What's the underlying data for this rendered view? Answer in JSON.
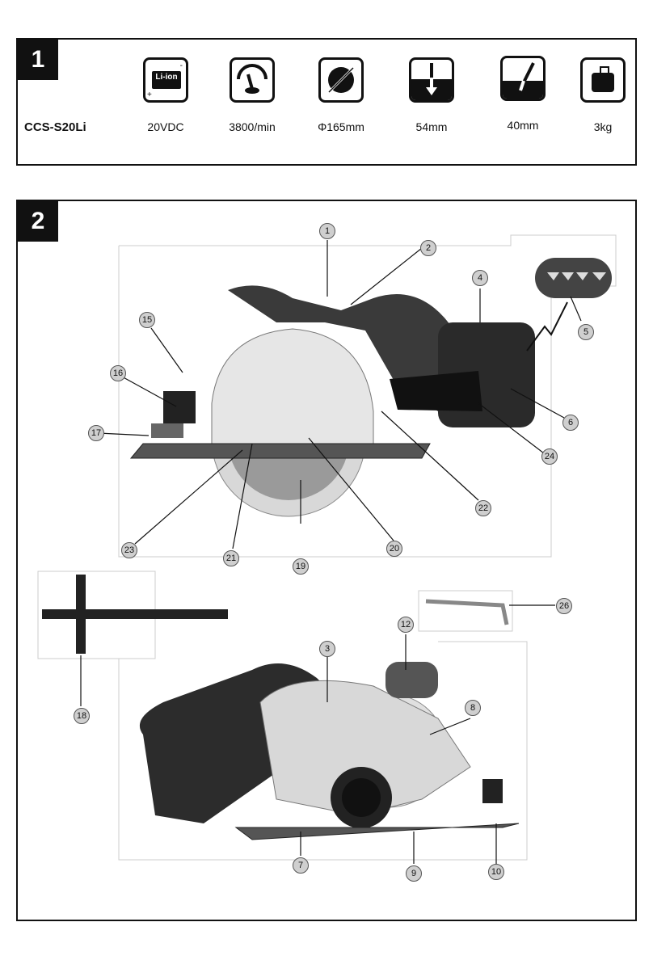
{
  "panel1": {
    "number": "1",
    "model": "CCS-S20Li",
    "specs": [
      {
        "icon": "battery-li-ion-icon",
        "icon_text": "Li-ion",
        "value": "20VDC"
      },
      {
        "icon": "speed-gauge-icon",
        "value": "3800/min"
      },
      {
        "icon": "blade-diameter-icon",
        "value": "Φ165mm"
      },
      {
        "icon": "cut-depth-90-icon",
        "value": "54mm"
      },
      {
        "icon": "cut-depth-45-icon",
        "value": "40mm"
      },
      {
        "icon": "weight-icon",
        "value": "3kg"
      }
    ]
  },
  "panel2": {
    "number": "2",
    "callouts": [
      "1",
      "2",
      "3",
      "4",
      "5",
      "6",
      "7",
      "8",
      "9",
      "10",
      "12",
      "15",
      "16",
      "17",
      "18",
      "19",
      "20",
      "21",
      "22",
      "23",
      "24",
      "26"
    ]
  }
}
